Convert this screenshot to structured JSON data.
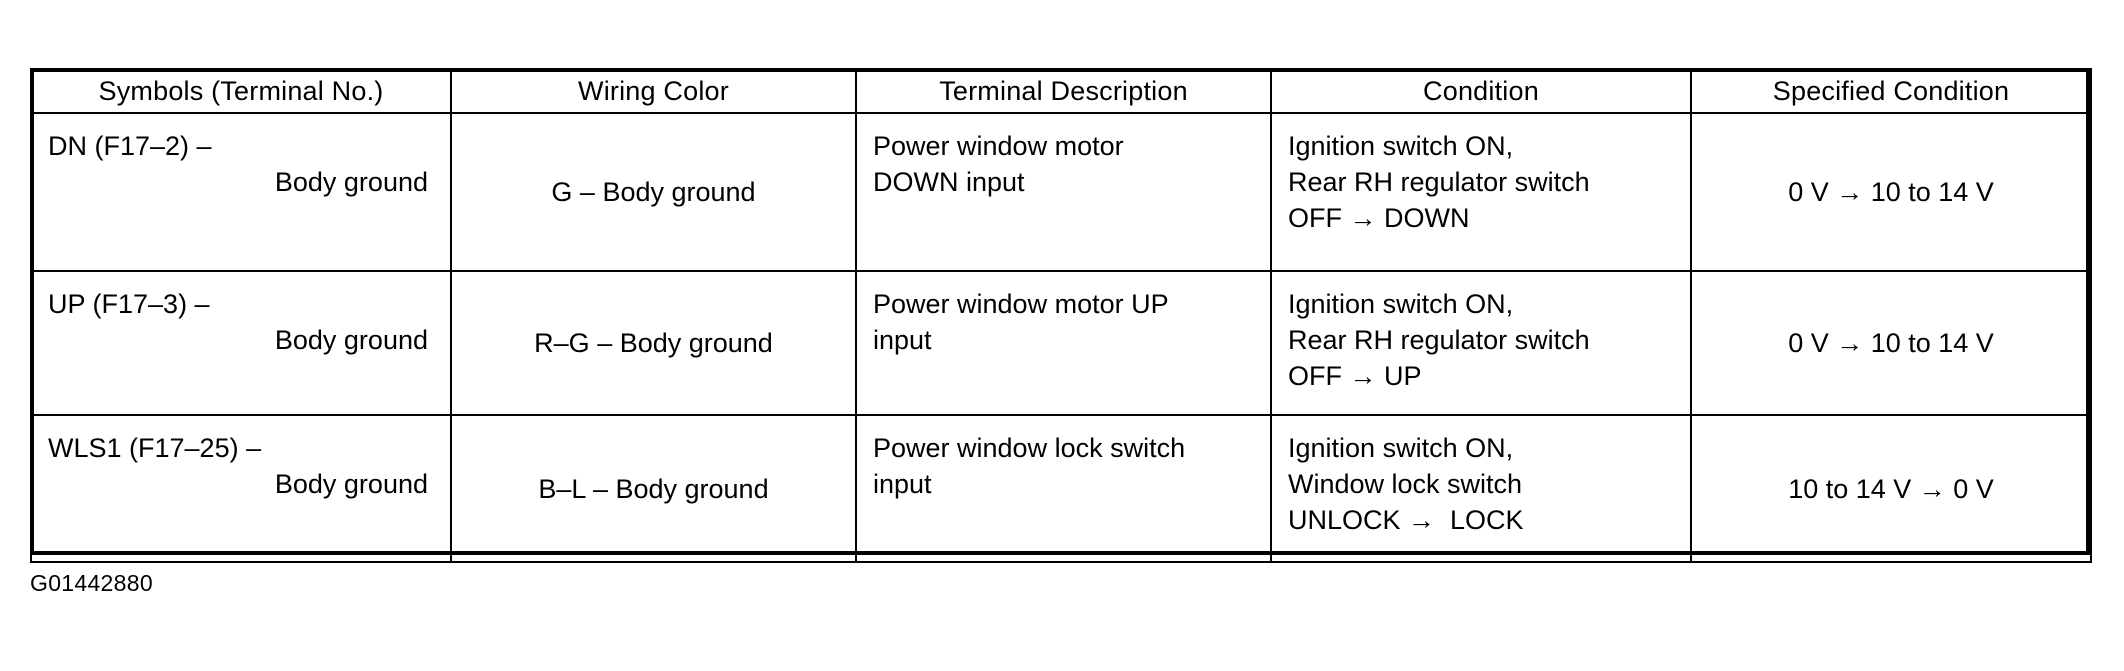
{
  "table": {
    "headers": [
      "Symbols (Terminal No.)",
      "Wiring  Color",
      "Terminal Description",
      "Condition",
      "Specified Condition"
    ],
    "rows": [
      {
        "symbol_line1": "DN (F17–2) –",
        "symbol_line2": "Body ground",
        "wiring_color": "G – Body ground",
        "description_line1": "Power window motor",
        "description_line2": "DOWN input",
        "condition_line1": "Ignition switch ON,",
        "condition_line2": "Rear RH regulator switch",
        "condition_line3": "OFF → DOWN",
        "specified_condition": "0 V → 10 to 14 V"
      },
      {
        "symbol_line1": "UP (F17–3) –",
        "symbol_line2": "Body ground",
        "wiring_color": "R–G – Body ground",
        "description_line1": "Power window motor UP",
        "description_line2": "input",
        "condition_line1": "Ignition switch ON,",
        "condition_line2": "Rear RH regulator switch",
        "condition_line3": "OFF → UP",
        "specified_condition": "0 V → 10 to 14 V"
      },
      {
        "symbol_line1": "WLS1 (F17–25) –",
        "symbol_line2": "Body ground",
        "wiring_color": "B–L – Body ground",
        "description_line1": "Power window lock switch",
        "description_line2": "input",
        "condition_line1": "Ignition switch ON,",
        "condition_line2": "Window lock switch",
        "condition_line3": "UNLOCK →  LOCK",
        "specified_condition": "10 to 14 V → 0 V"
      }
    ]
  },
  "footer": {
    "figure_code": "G01442880"
  },
  "colors": {
    "rule": "#000000",
    "text": "#000000",
    "background": "#ffffff"
  }
}
